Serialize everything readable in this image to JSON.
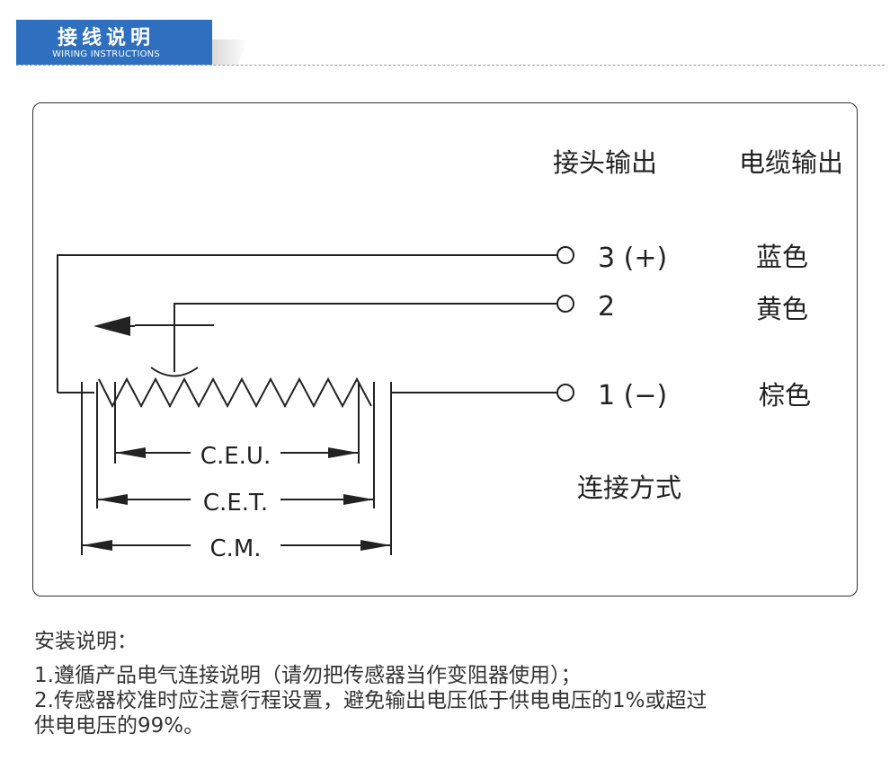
{
  "header": {
    "title": "接线说明",
    "subtitle": "WIRING INSTRUCTIONS"
  },
  "diagram": {
    "col_connector": "接头输出",
    "col_cable": "电缆输出",
    "pins": [
      {
        "label": "3 (+)",
        "color_name": "蓝色"
      },
      {
        "label": "2",
        "color_name": "黄色"
      },
      {
        "label": "1 (−)",
        "color_name": "棕色"
      }
    ],
    "connection_label": "连接方式",
    "dimensions": [
      "C.E.U.",
      "C.E.T.",
      "C.M."
    ]
  },
  "notes": {
    "heading": "安装说明：",
    "items": [
      "1.遵循产品电气连接说明（请勿把传感器当作变阻器使用）；",
      "2.传感器校准时应注意行程设置，避免输出电压低于供电电压的1%或超过",
      "供电电压的99%。"
    ]
  },
  "colors": {
    "header_blue": "#2f6fc0",
    "line": "#222222"
  }
}
